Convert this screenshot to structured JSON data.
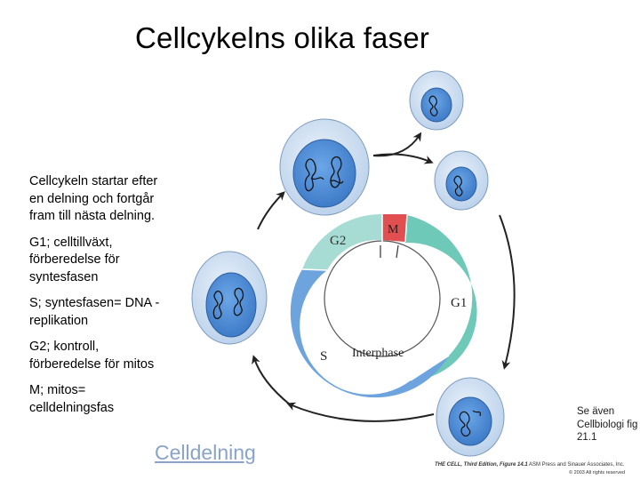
{
  "title": "Cellcykelns olika faser",
  "bullets": [
    "Cellcykeln startar efter en delning och fortgår fram till nästa delning.",
    "G1; celltillväxt, förberedelse för syntesfasen",
    "S; syntesfasen= DNA -replikation",
    "G2; kontroll, förberedelse för mitos",
    "M; mitos= celldelningsfas"
  ],
  "link_text": "Celldelning",
  "see_also": "Se även Cellbiologi fig 21.1",
  "credit": {
    "book": "THE CELL, Third Edition, Figure 14.1",
    "publisher": "ASM Press and Sinauer Associates, Inc.",
    "copyright": "© 2003 All rights reserved"
  },
  "diagram": {
    "phases": [
      "M",
      "G2",
      "G1",
      "S"
    ],
    "center_label": "Interphase",
    "colors": {
      "M": "#e24f50",
      "G1": "#6fc9b8",
      "G2": "#a7dcd5",
      "S": "#6ea4de",
      "cell_outer": "#d4e3f3",
      "nucleus": "#4a88d4"
    }
  }
}
